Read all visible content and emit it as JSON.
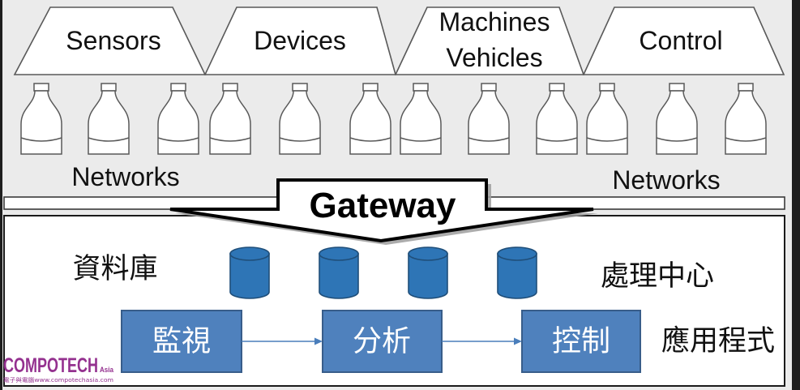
{
  "endpoint_categories": [
    {
      "lines": [
        "Sensors"
      ]
    },
    {
      "lines": [
        "Devices"
      ]
    },
    {
      "lines": [
        "Machines",
        "Vehicles"
      ]
    },
    {
      "lines": [
        "Control"
      ]
    }
  ],
  "network_layer": {
    "left_label": "Networks",
    "right_label": "Networks"
  },
  "gateway": {
    "label": "Gateway"
  },
  "backend": {
    "database_label": "資料庫",
    "processing_label": "處理中心",
    "application_label": "應用程式",
    "pipeline": [
      "監視",
      "分析",
      "控制"
    ]
  },
  "icons": {
    "endpoint": "connector-icon",
    "database": "database-icon",
    "flow": "arrow-right-icon"
  },
  "colors": {
    "outline": "#595959",
    "gateway_outline": "#000000",
    "database_fill": "#2E75B6",
    "database_outline": "#1F4E79",
    "step_fill": "#4F81BD",
    "step_outline": "#385D8A",
    "flow_arrow": "#4A7EBB",
    "watermark": "#94318F"
  },
  "watermark": {
    "brand": "COMPOTECH",
    "brand_suffix": "Asia",
    "tagline": "電子與電腦www.compotechasia.com"
  }
}
